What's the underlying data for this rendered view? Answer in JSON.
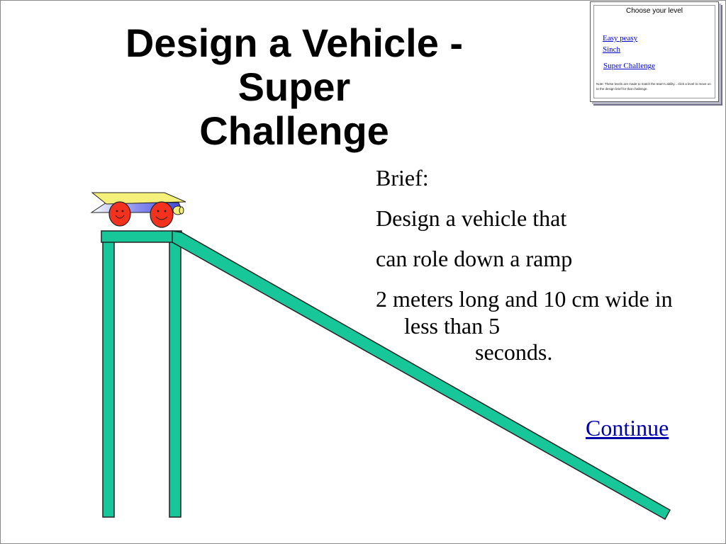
{
  "slide": {
    "title_line1": "Design a Vehicle - Super",
    "title_line2": "Challenge"
  },
  "level_menu": {
    "title": "Choose your level",
    "options": [
      "Easy peasy",
      "Sinch",
      "Super Challenge"
    ],
    "note": "Note: These levels are made to match the team's ability... click a level to move on to the design brief for that challenge."
  },
  "brief": {
    "heading": "Brief:",
    "lines": [
      "Design a vehicle that",
      "can role down a ramp",
      "2 meters long and 10 cm wide in less than 5",
      "seconds."
    ]
  },
  "continue_label": "Continue",
  "colors": {
    "ramp": "#17c799",
    "car_body_top": "#f5f07a",
    "car_body_side": "#8a8ff0",
    "wheel": "#f2321e",
    "link": "#0000aa"
  },
  "icons": [
    "toy-car-icon",
    "ramp-illustration"
  ]
}
